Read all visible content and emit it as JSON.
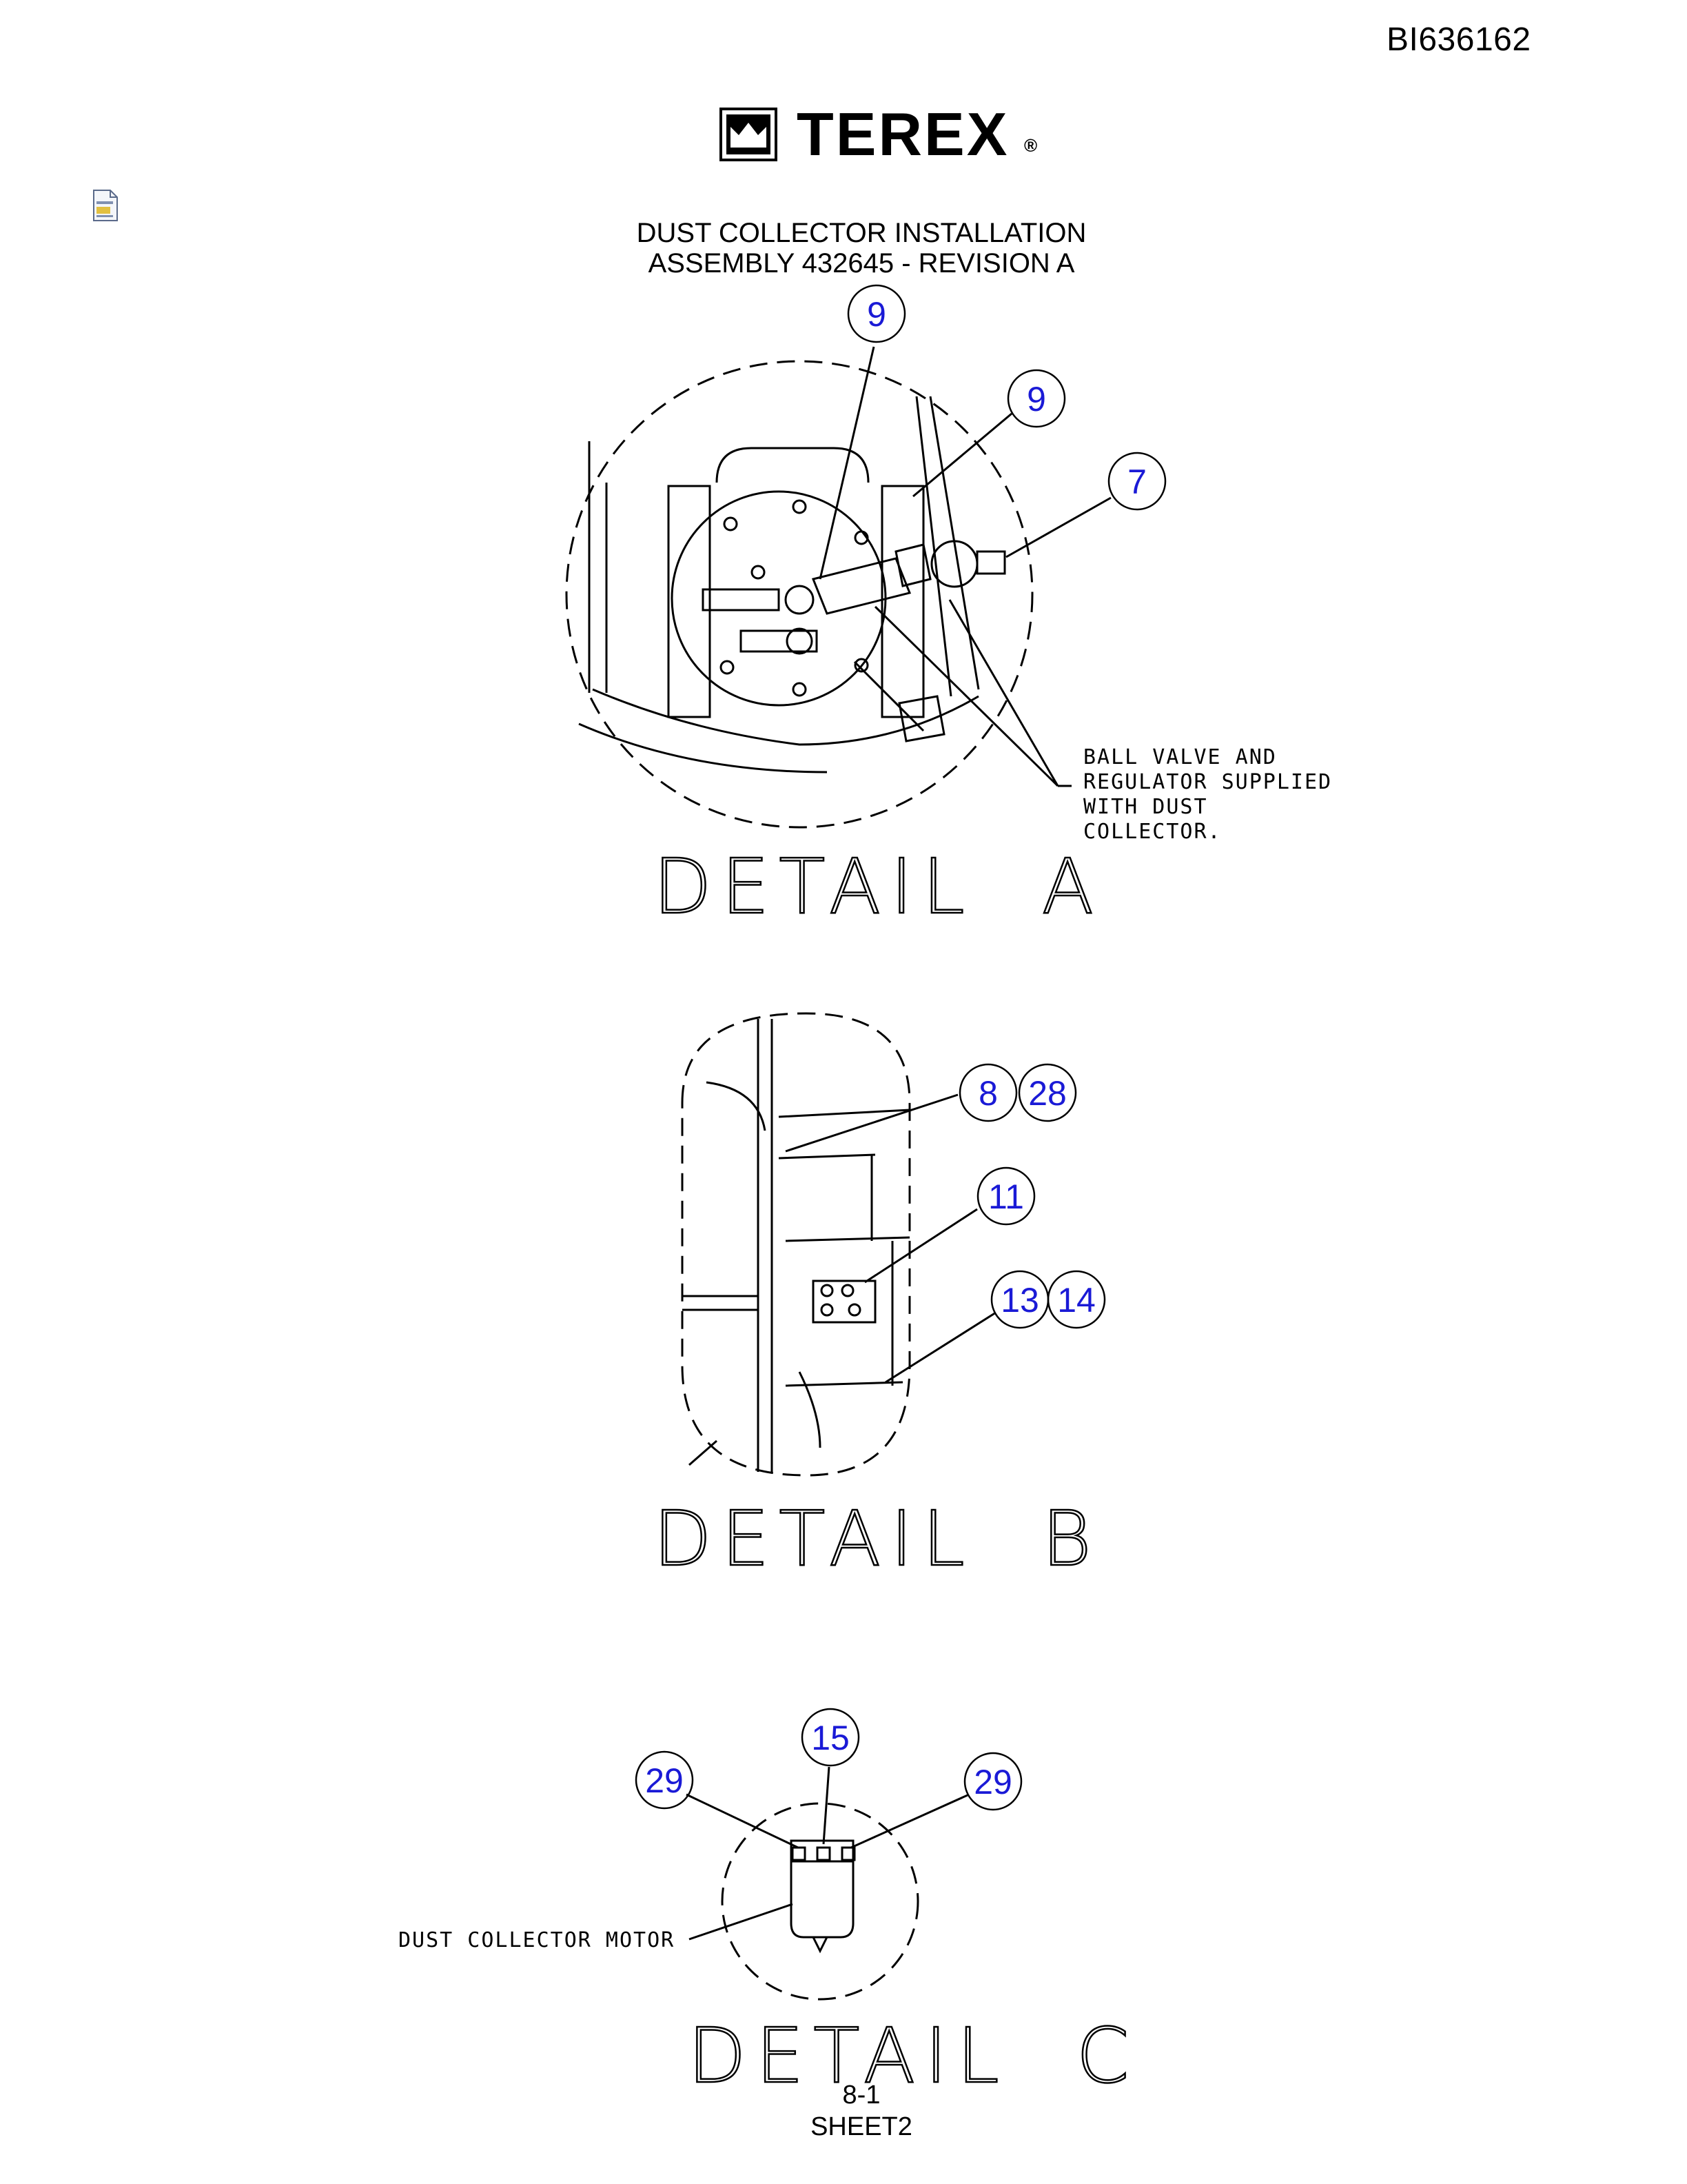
{
  "header": {
    "document_id": "BI636162",
    "logo_text": "TEREX",
    "logo_mark": "®"
  },
  "title": {
    "line1": "DUST COLLECTOR INSTALLATION",
    "line2": "ASSEMBLY 432645 - REVISION A"
  },
  "detail_a": {
    "label": "DETAIL  A",
    "note": [
      "BALL VALVE AND",
      "REGULATOR SUPPLIED",
      "WITH DUST",
      "COLLECTOR."
    ],
    "balloons": [
      "9",
      "9",
      "7"
    ]
  },
  "detail_b": {
    "label": "DETAIL  B",
    "balloons": [
      "8",
      "28",
      "11",
      "13",
      "14"
    ]
  },
  "detail_c": {
    "label": "DETAIL  C",
    "callout": "DUST COLLECTOR MOTOR",
    "balloons": [
      "15",
      "29",
      "29"
    ]
  },
  "footer": {
    "page": "8-1",
    "sheet": "SHEET2"
  },
  "colors": {
    "balloon_text": "#1a1ad6",
    "line": "#000000"
  },
  "icons": {
    "document": "document-icon",
    "logo": "terex-crown-logo"
  }
}
